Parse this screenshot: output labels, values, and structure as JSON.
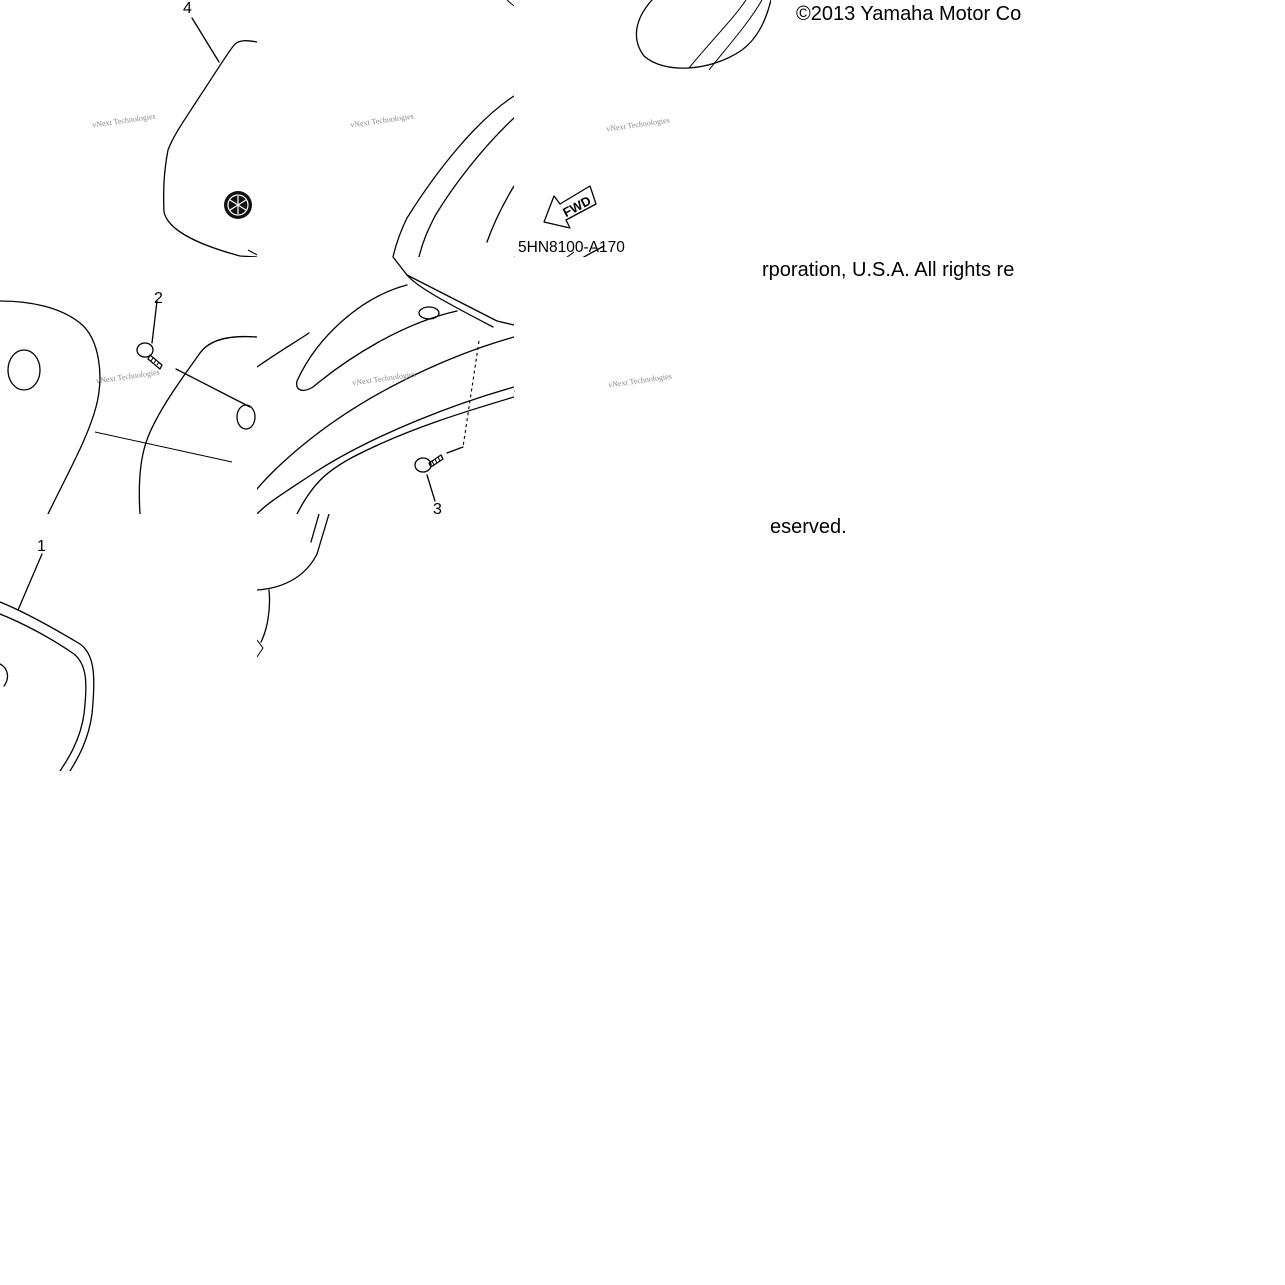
{
  "diagram": {
    "callouts": {
      "c1": "1",
      "c2": "2",
      "c3": "3",
      "c4": "4"
    },
    "part_code": "5HN8100-A170",
    "fwd_label": "FWD",
    "copyright": {
      "line1": "©2013 Yamaha Motor Co",
      "line2": "rporation, U.S.A. All rights re",
      "line3": "eserved."
    },
    "watermark": {
      "text": "vNext Technologies"
    }
  },
  "colors": {
    "line": "#000000",
    "watermark": "#8a8a8a",
    "background": "#ffffff"
  }
}
